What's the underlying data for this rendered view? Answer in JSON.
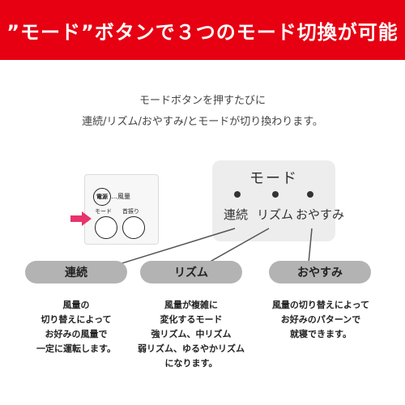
{
  "header": {
    "title": "”モード”ボタンで３つのモード切換が可能"
  },
  "intro": {
    "line1": "モードボタンを押すたびに",
    "line2": "連続/リズム/おやすみ/とモードが切り換わります。"
  },
  "remote_small": {
    "power_label": "電源",
    "fan_label": "…風量",
    "mode_label": "モード",
    "swing_label": "首振り"
  },
  "remote_large": {
    "title": "モード",
    "modes": [
      "連続",
      "リズム",
      "おやすみ"
    ]
  },
  "modes": [
    {
      "name": "連続",
      "description": [
        "風量の",
        "切り替えによって",
        "お好みの風量で",
        "一定に運転します。"
      ]
    },
    {
      "name": "リズム",
      "description": [
        "風量が複雑に",
        "変化するモード",
        "強リズム、中リズム",
        "弱リズム、ゆるやかリズム",
        "になります。"
      ]
    },
    {
      "name": "おやすみ",
      "description": [
        "風量の切り替えによって",
        "お好みのパターンで",
        "就寝できます。"
      ]
    }
  ],
  "colors": {
    "banner": "#e60012",
    "pill": "#b3b3b3",
    "arrow": "#e8336d",
    "panel": "#ededed"
  }
}
